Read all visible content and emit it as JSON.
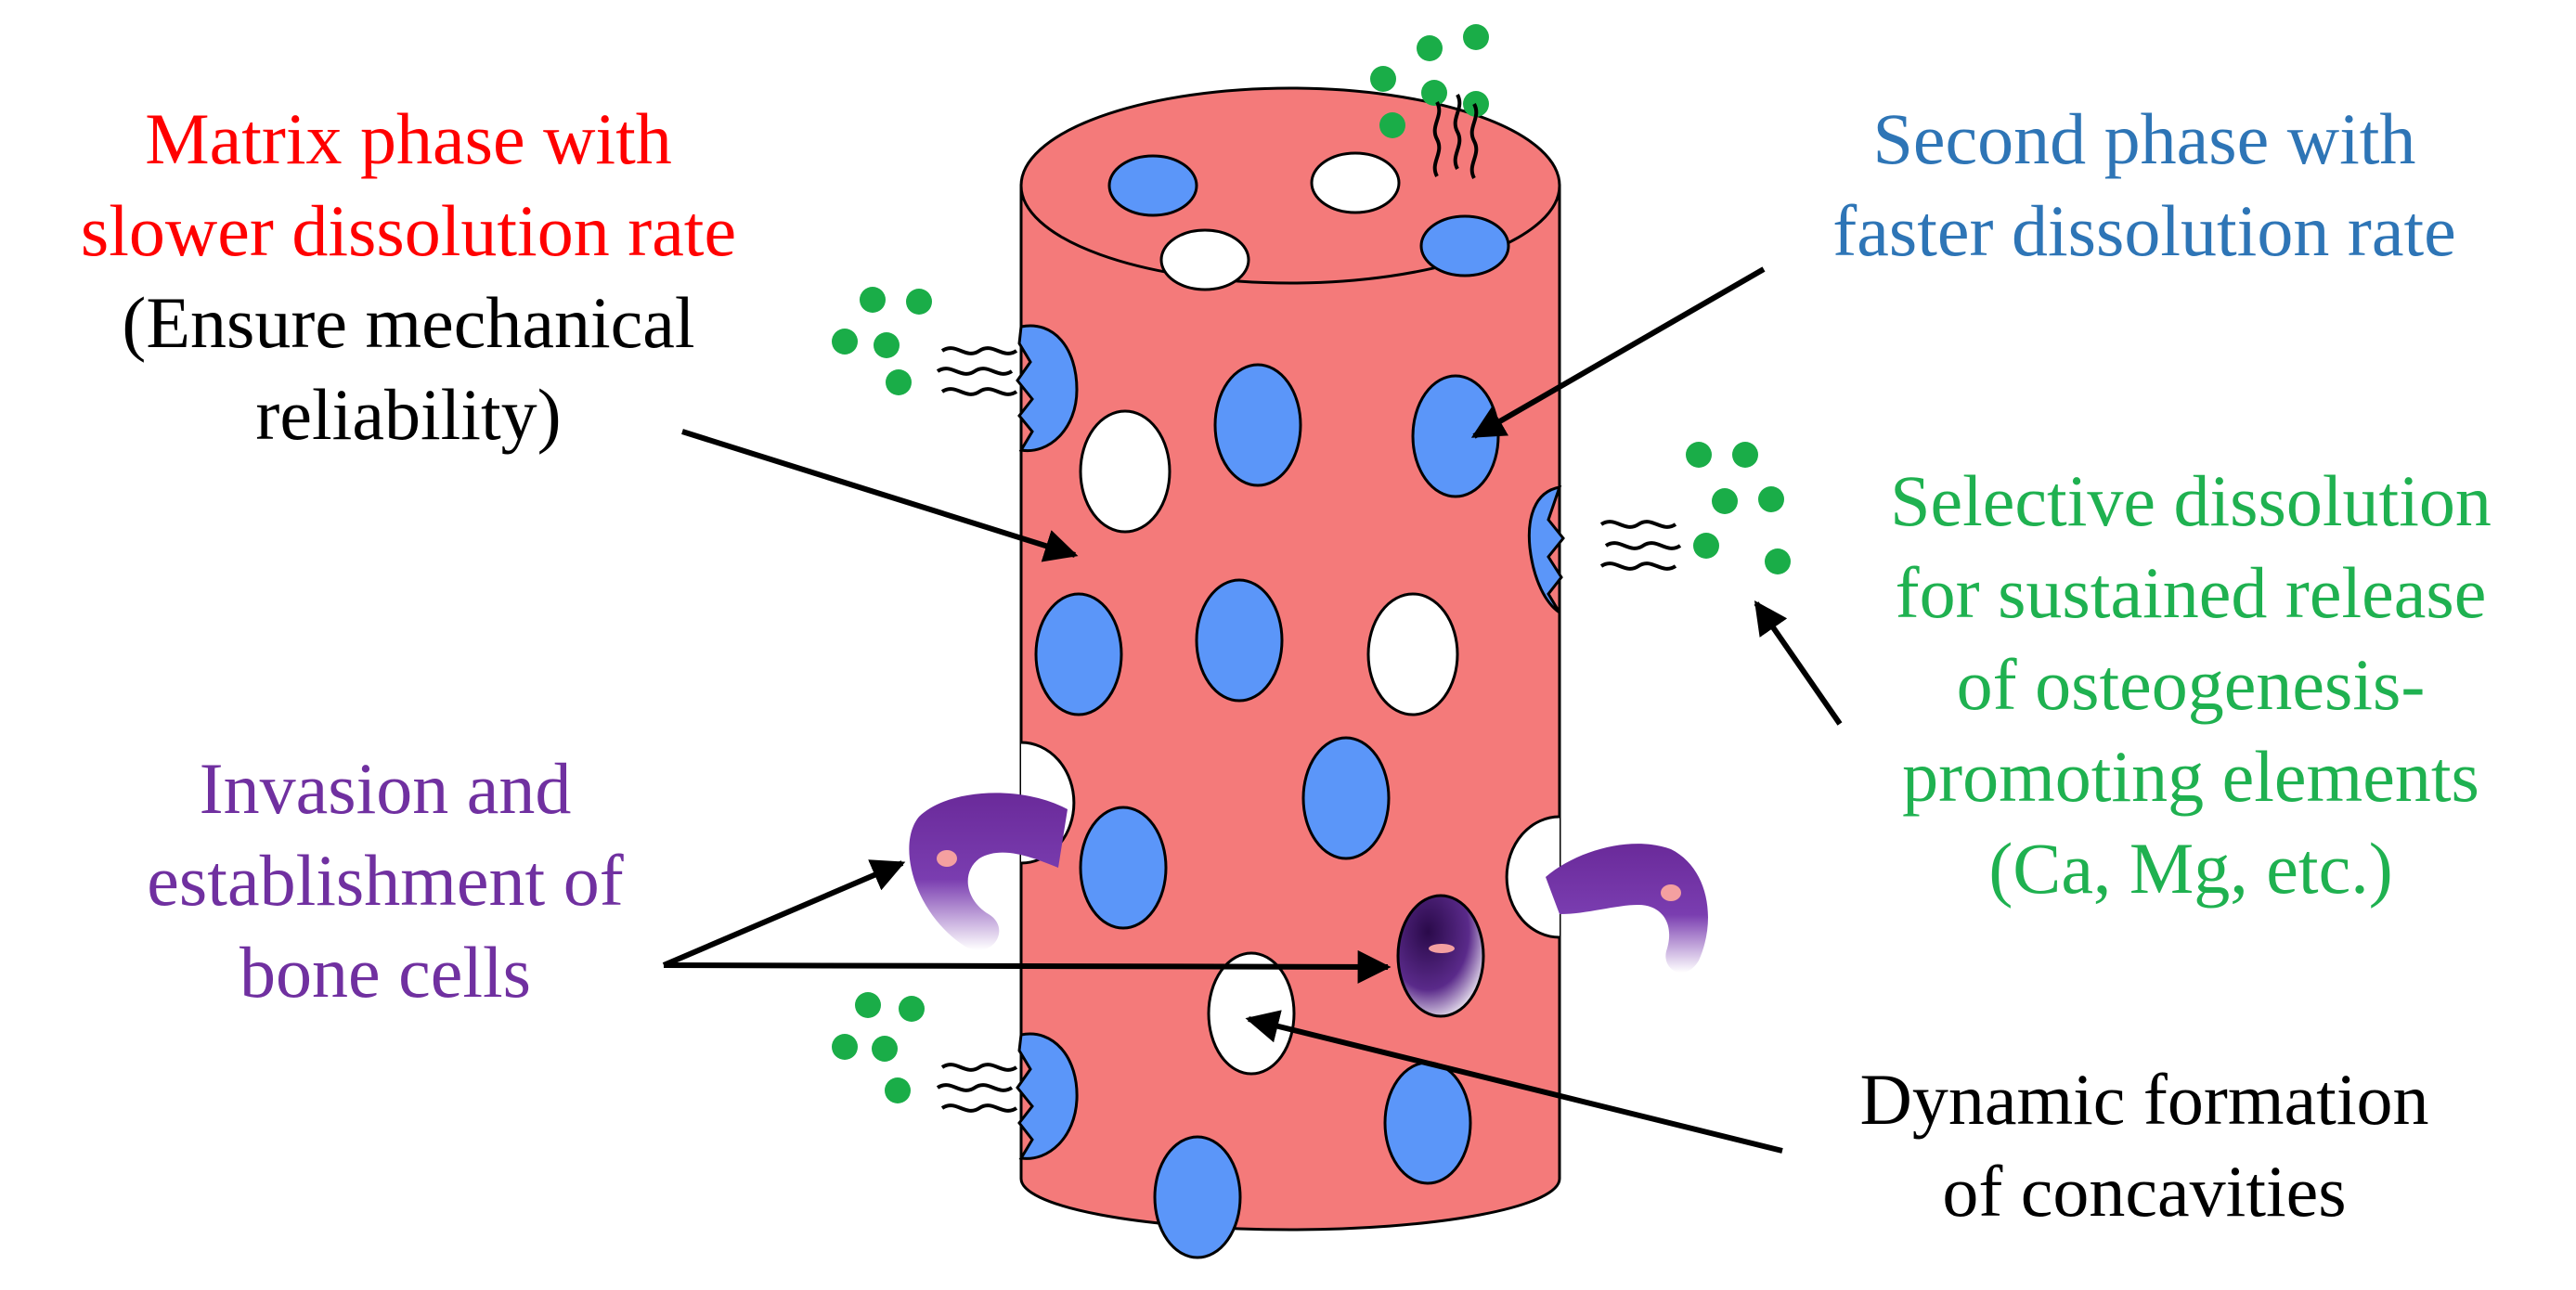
{
  "colors": {
    "matrix": "#f47a7a",
    "second_phase": "#5b96f9",
    "pore": "#ffffff",
    "ion": "#1aad48",
    "cell": "#7030a0",
    "red_text": "#ff0000",
    "blue_text": "#2e75b6",
    "green_text": "#1fb150",
    "purple_text": "#7030a0",
    "black_text": "#000000"
  },
  "labels": {
    "matrix": {
      "line1": "Matrix phase with",
      "line2": "slower dissolution rate",
      "line3": "(Ensure mechanical",
      "line4": "reliability)"
    },
    "second_phase": {
      "line1": "Second phase with",
      "line2": "faster dissolution rate"
    },
    "selective": {
      "line1": "Selective dissolution",
      "line2": "for sustained release",
      "line3": "of osteogenesis-",
      "line4": "promoting elements",
      "line5": "(Ca, Mg, etc.)"
    },
    "invasion": {
      "line1": "Invasion and",
      "line2": "establishment of",
      "line3": "bone cells"
    },
    "dynamic": {
      "line1": "Dynamic formation",
      "line2": "of concavities"
    }
  },
  "icons": [
    "cylinder-scaffold",
    "ion-particle",
    "wavy-dissolution-icon",
    "bone-cell-icon",
    "arrow"
  ]
}
